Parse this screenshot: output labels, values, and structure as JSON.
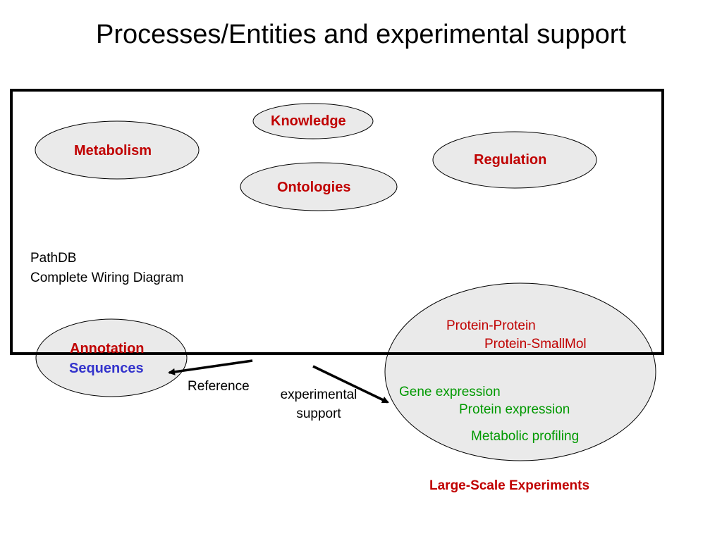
{
  "title": "Processes/Entities and experimental support",
  "nodes": {
    "knowledge": "Knowledge",
    "metabolism": "Metabolism",
    "regulation": "Regulation",
    "ontologies": "Ontologies",
    "annotation": "Annotation",
    "sequences": "Sequences"
  },
  "pathdb": {
    "line1": "PathDB",
    "line2": "Complete Wiring Diagram"
  },
  "experiments": {
    "protein_protein": "Protein-Protein",
    "protein_smallmol": "Protein-SmallMol",
    "gene_expression": "Gene expression",
    "protein_expression": "Protein expression",
    "metabolic_profiling": "Metabolic profiling",
    "caption": "Large-Scale Experiments"
  },
  "arrows": {
    "reference": "Reference",
    "experimental_support_line1": "experimental",
    "experimental_support_line2": "support"
  },
  "colors": {
    "node_fill": "#eaeaea",
    "node_text": "#c00000",
    "sequences_text": "#3333cc",
    "experiment_text": "#009900"
  }
}
